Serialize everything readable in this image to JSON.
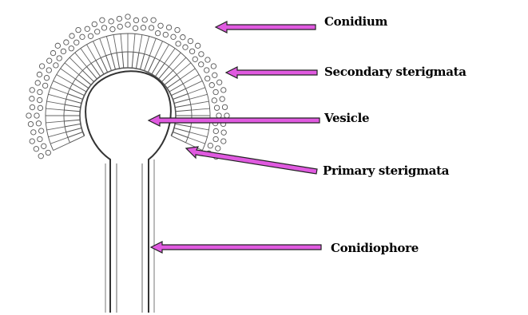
{
  "labels": {
    "conidium": "Conidium",
    "secondary_sterigmata": "Secondary sterigmata",
    "vesicle": "Vesicle",
    "primary_sterigmata": "Primary sterigmata",
    "conidiophore": "Conidiophore"
  },
  "colors": {
    "arrow_fill": "#e05ae0",
    "arrow_border": "#222222",
    "line": "#333333"
  }
}
